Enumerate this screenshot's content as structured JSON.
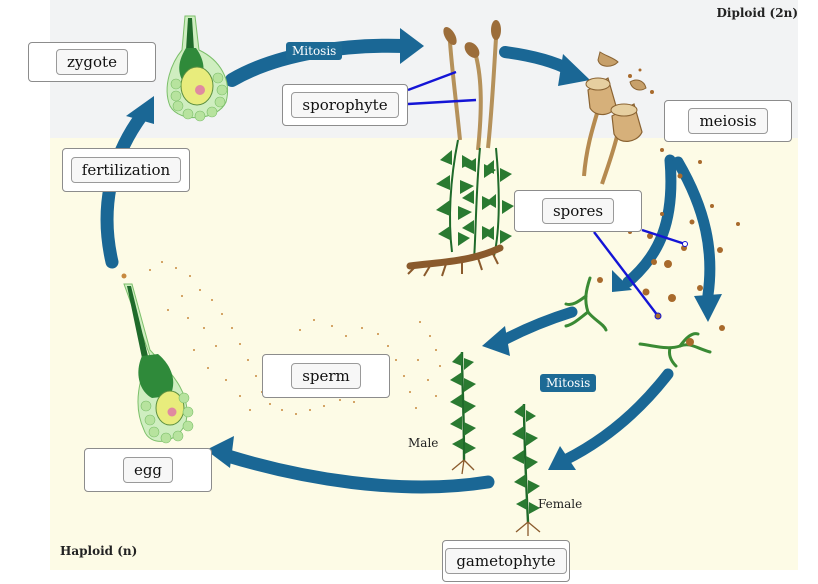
{
  "zones": {
    "diploid": "Diploid (2n)",
    "haploid": "Haploid (n)"
  },
  "labels": {
    "zygote": "zygote",
    "sporophyte": "sporophyte",
    "meiosis": "meiosis",
    "fertilization": "fertilization",
    "spores": "spores",
    "sperm": "sperm",
    "egg": "egg",
    "gametophyte": "gametophyte"
  },
  "process_tags": {
    "mitosis_top": "Mitosis",
    "mitosis_mid": "Mitosis"
  },
  "plant_labels": {
    "male": "Male",
    "female": "Female"
  },
  "colors": {
    "diploid_bg": "#f2f3f4",
    "haploid_bg": "#fdfbe6",
    "arrow": "#1a6795",
    "leader_line": "#1414d6",
    "spore": "#a86a2c",
    "leaf_dark": "#1f6a2a",
    "leaf_light": "#49a04f",
    "capsule": "#c59c5e"
  }
}
